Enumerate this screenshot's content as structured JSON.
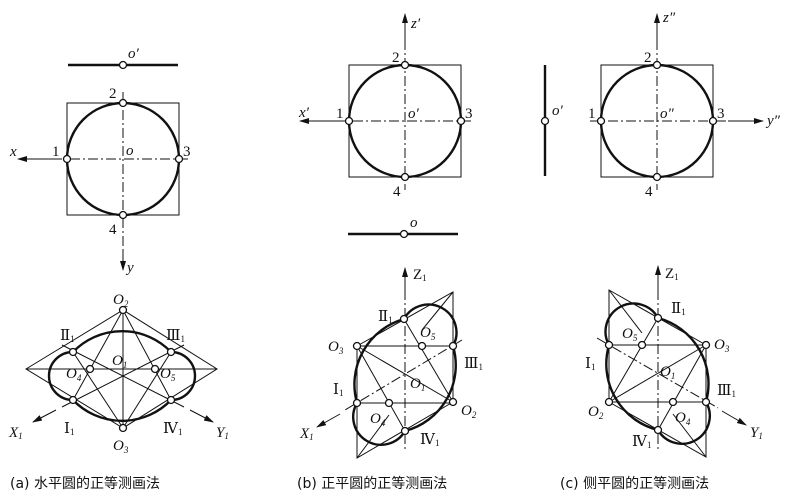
{
  "figure": {
    "panel_a": {
      "caption": "(a) 水平圆的正等测画法",
      "top_view": {
        "axis_x": "x",
        "axis_y": "y",
        "center": "o",
        "front_point": "o′",
        "points": [
          "1",
          "2",
          "3",
          "4"
        ]
      },
      "iso_view": {
        "axis_x": "X",
        "axis_y": "Y",
        "axis_sub": "1",
        "centers": [
          "O",
          "O",
          "O",
          "O",
          "O"
        ],
        "center_subs": [
          "1",
          "2",
          "3",
          "4",
          "5"
        ],
        "tangent_points": [
          "Ⅰ",
          "Ⅱ",
          "Ⅲ",
          "Ⅳ"
        ],
        "tangent_sub": "1"
      }
    },
    "panel_b": {
      "caption": "(b) 正平圆的正等测画法",
      "front_view": {
        "axis_x": "x′",
        "axis_z": "z′",
        "center": "o′",
        "top_point": "o",
        "points": [
          "1",
          "2",
          "3",
          "4"
        ]
      },
      "iso_view": {
        "axis_x": "X",
        "axis_z": "Z",
        "axis_sub": "1",
        "centers": [
          "O",
          "O",
          "O",
          "O",
          "O"
        ],
        "center_subs": [
          "1",
          "2",
          "3",
          "4",
          "5"
        ],
        "tangent_points": [
          "Ⅰ",
          "Ⅱ",
          "Ⅲ",
          "Ⅳ"
        ],
        "tangent_sub": "1"
      }
    },
    "panel_c": {
      "caption": "(c) 侧平圆的正等测画法",
      "side_view": {
        "axis_y": "y″",
        "axis_z": "z″",
        "center": "o″",
        "front_point": "o′",
        "points": [
          "1",
          "2",
          "3",
          "4"
        ]
      },
      "iso_view": {
        "axis_y": "Y",
        "axis_z": "Z",
        "axis_sub": "1",
        "centers": [
          "O",
          "O",
          "O",
          "O",
          "O"
        ],
        "center_subs": [
          "1",
          "2",
          "3",
          "4",
          "5"
        ],
        "tangent_points": [
          "Ⅰ",
          "Ⅱ",
          "Ⅲ",
          "Ⅳ"
        ],
        "tangent_sub": "1"
      }
    }
  }
}
